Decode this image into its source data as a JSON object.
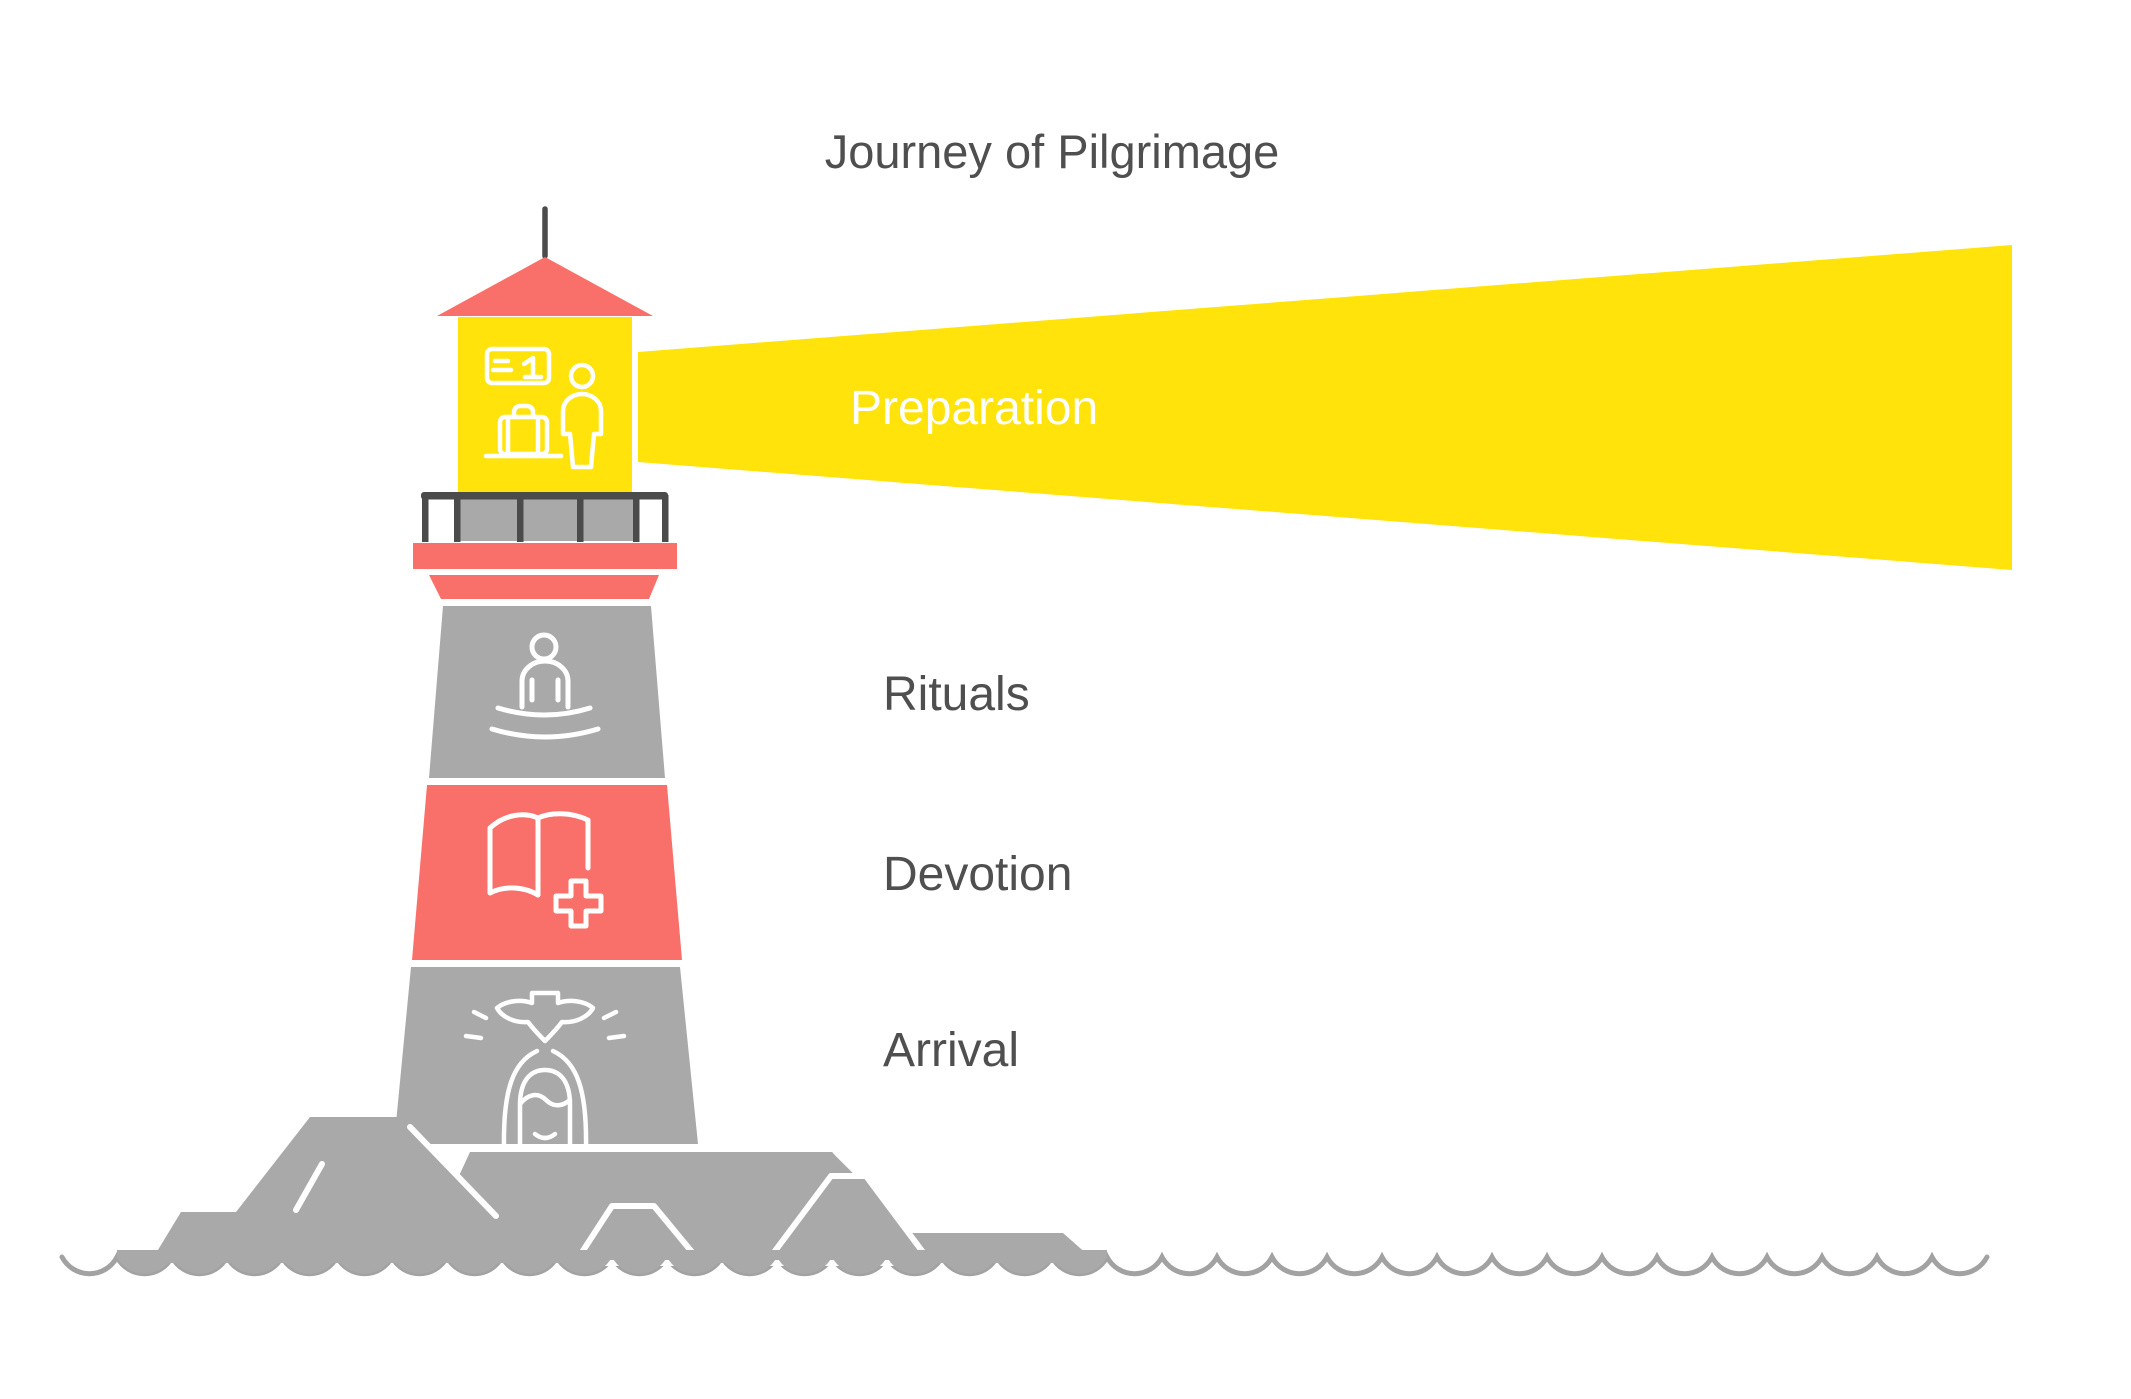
{
  "title": "Journey of Pilgrimage",
  "stages": [
    {
      "label": "Preparation",
      "section_color": "#FFE30A",
      "icon": "passport-luggage-traveler-icon",
      "position": "light-beam"
    },
    {
      "label": "Rituals",
      "section_color": "#A9A9A9",
      "icon": "meditating-person-icon",
      "position": "tower-upper"
    },
    {
      "label": "Devotion",
      "section_color": "#F9706B",
      "icon": "prayer-book-cross-icon",
      "position": "tower-middle"
    },
    {
      "label": "Arrival",
      "section_color": "#A9A9A9",
      "icon": "dove-blessing-icon",
      "position": "tower-lower"
    }
  ],
  "ticket_number": "1",
  "colors": {
    "red": "#F9706B",
    "yellow": "#FFE30A",
    "gray": "#A9A9A9",
    "dark": "#4B4B4B",
    "text": "#4F4F4F",
    "wave": "#A2A2A2",
    "white": "#FFFFFF"
  }
}
